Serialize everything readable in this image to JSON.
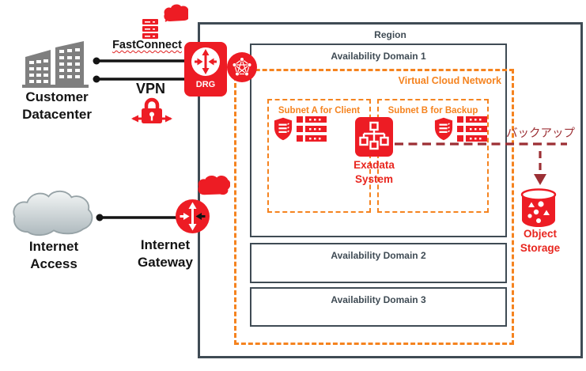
{
  "region": {
    "label": "Region"
  },
  "availability_domains": [
    {
      "label": "Availability Domain 1"
    },
    {
      "label": "Availability Domain 2"
    },
    {
      "label": "Availability Domain 3"
    }
  ],
  "vcn": {
    "label": "Virtual Cloud Network"
  },
  "subnets": [
    {
      "label": "Subnet A for Client"
    },
    {
      "label": "Subnet B for Backup"
    }
  ],
  "nodes": {
    "customer_datacenter": {
      "line1": "Customer",
      "line2": "Datacenter"
    },
    "fastconnect": {
      "label": "FastConnect"
    },
    "vpn": {
      "label": "VPN"
    },
    "drg": {
      "label": "DRG"
    },
    "internet_access": {
      "line1": "Internet",
      "line2": "Access"
    },
    "internet_gateway": {
      "line1": "Internet",
      "line2": "Gateway"
    },
    "exadata_system": {
      "line1": "Exadata",
      "line2": "System"
    },
    "object_storage": {
      "line1": "Object",
      "line2": "Storage"
    }
  },
  "annotations": {
    "backup": "バックアップ"
  },
  "colors": {
    "brand_red": "#ED1C24",
    "orange": "#F5831F",
    "slate_border": "#3F4B54",
    "backup_maroon": "#9C2F34",
    "building_gray": "#7F7F7F",
    "connector_black": "#141414"
  }
}
